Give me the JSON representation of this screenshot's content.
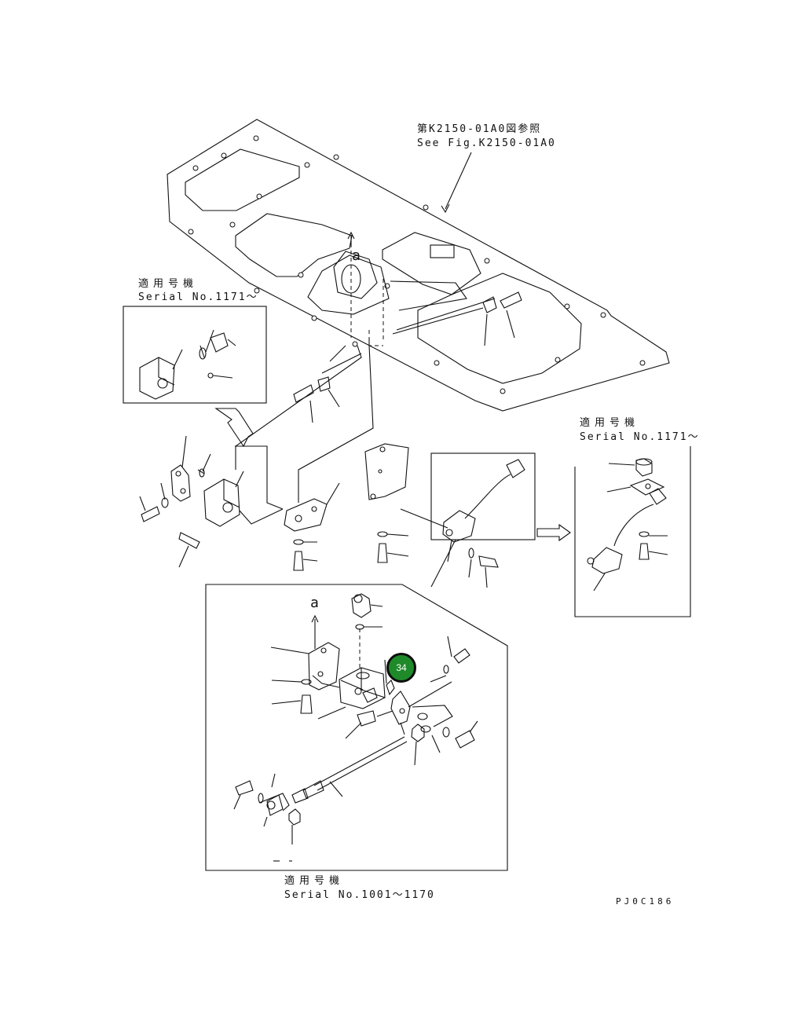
{
  "reference_note": {
    "line1": "第K2150-01A0図参照",
    "line2": "See Fig.K2150-01A0"
  },
  "serial_left_inset": {
    "jp": "適用号機",
    "en": "Serial No.1171～"
  },
  "serial_right_inset": {
    "jp": "適用号機",
    "en": "Serial No.1171～"
  },
  "serial_bottom_inset": {
    "jp": "適用号機",
    "en": "Serial No.1001～1170"
  },
  "view_labels": {
    "a_top": "a",
    "a_bottom": "a"
  },
  "callout": {
    "number": "34",
    "color": "#1f8a2a"
  },
  "drawing_code": "PJ0C186"
}
